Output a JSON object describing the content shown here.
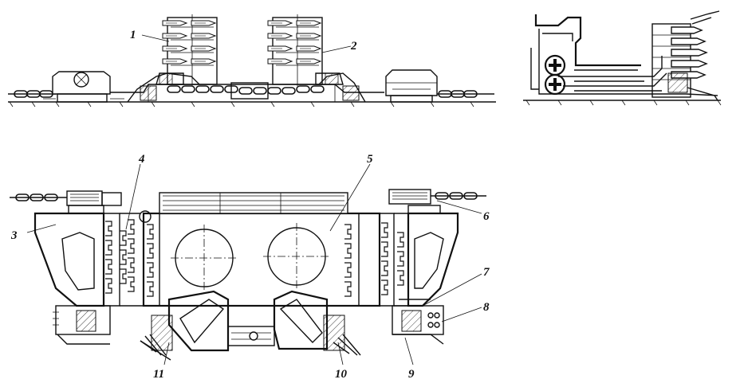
{
  "callouts": [
    {
      "label": "1"
    },
    {
      "label": "2"
    },
    {
      "label": "3"
    },
    {
      "label": "4"
    },
    {
      "label": "5"
    },
    {
      "label": "6"
    },
    {
      "label": "7"
    },
    {
      "label": "8"
    },
    {
      "label": "9"
    },
    {
      "label": "10"
    },
    {
      "label": "11"
    }
  ],
  "colors": {
    "ink": "#111111",
    "paper": "#ffffff"
  }
}
